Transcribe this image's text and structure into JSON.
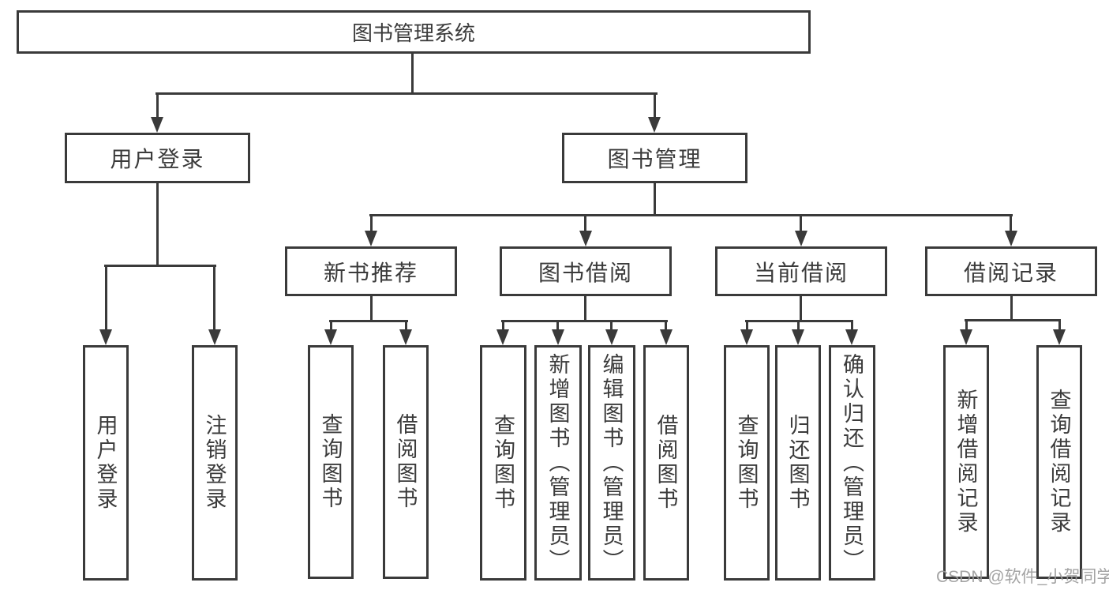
{
  "diagram_type": "tree",
  "root": {
    "label": "图书管理系统"
  },
  "branches": [
    {
      "label": "用户登录",
      "children": [
        {
          "label": "用户登录"
        },
        {
          "label": "注销登录"
        }
      ]
    },
    {
      "label": "图书管理",
      "children": [
        {
          "label": "新书推荐",
          "children": [
            {
              "label": "查询图书"
            },
            {
              "label": "借阅图书"
            }
          ]
        },
        {
          "label": "图书借阅",
          "children": [
            {
              "label": "查询图书"
            },
            {
              "label": "新增图书（管理员）"
            },
            {
              "label": "编辑图书（管理员）"
            },
            {
              "label": "借阅图书"
            }
          ]
        },
        {
          "label": "当前借阅",
          "children": [
            {
              "label": "查询图书"
            },
            {
              "label": "归还图书"
            },
            {
              "label": "确认归还（管理员）"
            }
          ]
        },
        {
          "label": "借阅记录",
          "children": [
            {
              "label": "新增借阅记录"
            },
            {
              "label": "查询借阅记录"
            }
          ]
        }
      ]
    }
  ],
  "colors": {
    "line": "#3a3a3a",
    "node_border": "#3a3a3a",
    "text": "#3b3b3b",
    "watermark": "#9b9b9b",
    "background": "#ffffff"
  },
  "watermark": {
    "text": "CSDN @软件_小贺同学"
  }
}
